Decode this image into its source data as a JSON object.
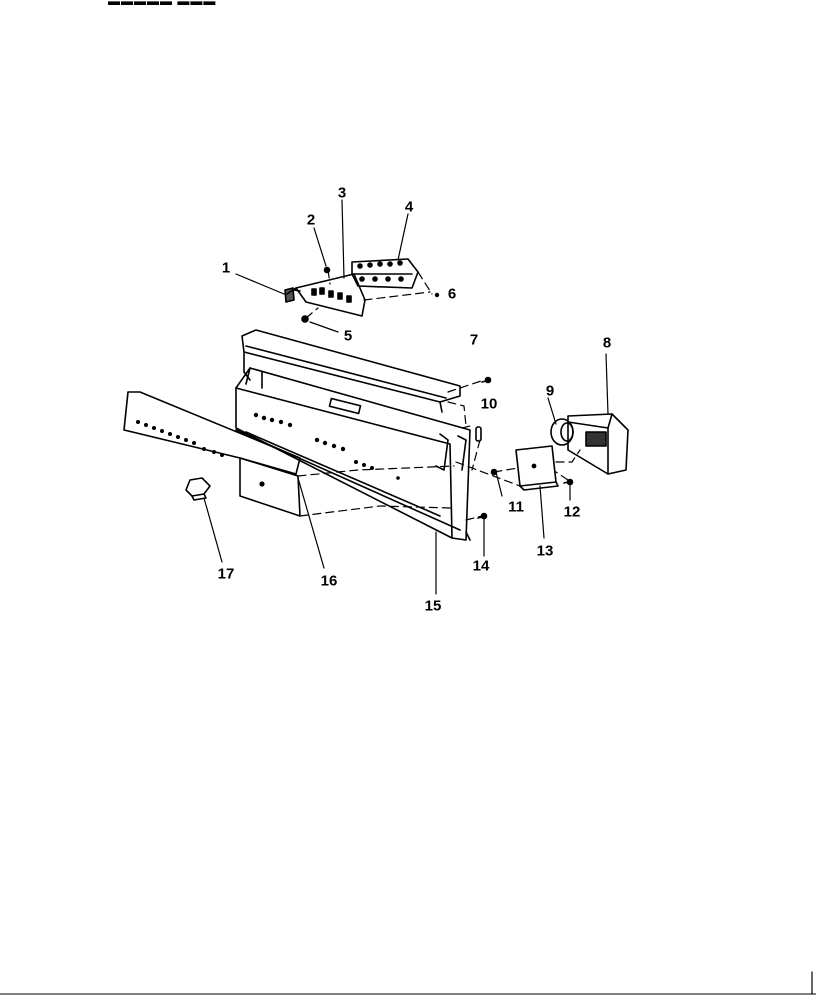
{
  "diagram": {
    "type": "exploded-parts-view",
    "stroke_color": "#000000",
    "background_color": "#ffffff",
    "parts": [
      {
        "label": "1"
      },
      {
        "label": "2"
      },
      {
        "label": "3"
      },
      {
        "label": "4"
      },
      {
        "label": "5"
      },
      {
        "label": "6"
      },
      {
        "label": "7"
      },
      {
        "label": "8"
      },
      {
        "label": "9"
      },
      {
        "label": "10"
      },
      {
        "label": "11"
      },
      {
        "label": "12"
      },
      {
        "label": "13"
      },
      {
        "label": "14"
      },
      {
        "label": "15"
      },
      {
        "label": "16"
      },
      {
        "label": "17"
      }
    ]
  }
}
